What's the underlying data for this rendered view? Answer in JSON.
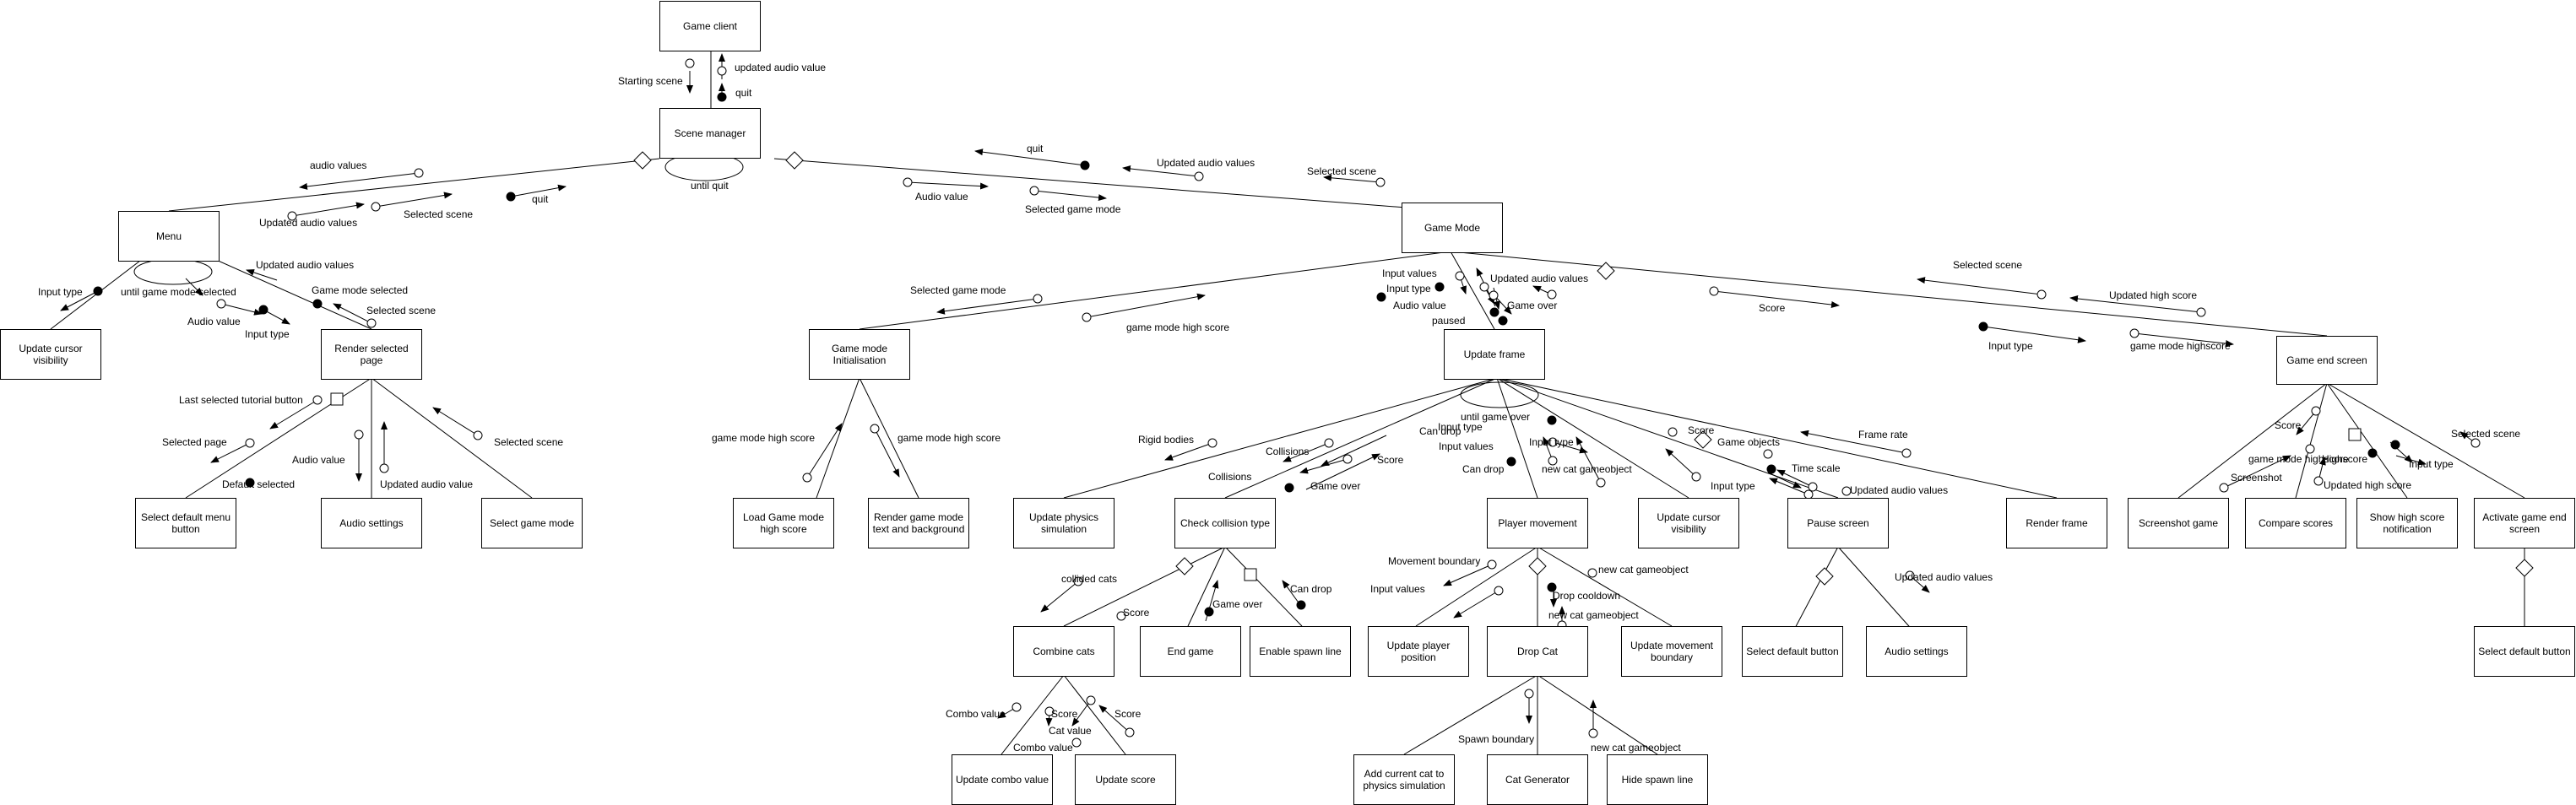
{
  "modules": {
    "game_client": "Game client",
    "scene_manager": "Scene manager",
    "menu": "Menu",
    "game_mode": "Game Mode",
    "update_cursor_visibility_menu": "Update cursor visibility",
    "render_selected_page": "Render selected page",
    "select_default_menu_button": "Select default menu button",
    "audio_settings_menu": "Audio settings",
    "select_game_mode": "Select game mode",
    "game_mode_initialisation": "Game mode Initialisation",
    "load_game_mode_high_score": "Load Game mode high score",
    "render_game_mode_text": "Render game mode text and background",
    "update_frame": "Update frame",
    "game_end_screen": "Game end screen",
    "update_physics_simulation": "Update physics simulation",
    "check_collision_type": "Check collision type",
    "player_movement": "Player movement",
    "update_cursor_visibility_game": "Update cursor visibility",
    "pause_screen": "Pause screen",
    "render_frame": "Render frame",
    "combine_cats": "Combine cats",
    "end_game": "End game",
    "enable_spawn_line": "Enable spawn line",
    "update_player_position": "Update player position",
    "drop_cat": "Drop Cat",
    "update_movement_boundary": "Update movement boundary",
    "select_default_button": "Select default button",
    "audio_settings_pause": "Audio settings",
    "update_combo_value": "Update combo value",
    "update_score": "Update score",
    "add_cat_to_physics": "Add current cat to physics simulation",
    "cat_generator": "Cat Generator",
    "hide_spawn_line": "Hide spawn line",
    "screenshot_game": "Screenshot game",
    "compare_scores": "Compare scores",
    "show_high_score_notification": "Show high score notification",
    "activate_game_end_screen": "Activate game end screen",
    "select_default_button_end": "Select default button"
  },
  "labels": {
    "starting_scene": "Starting scene",
    "updated_audio_value": "updated audio value",
    "quit": "quit",
    "until_quit": "until quit",
    "audio_values": "audio values",
    "updated_audio_values": "Updated audio values",
    "selected_scene": "Selected scene",
    "audio_value": "Audio value",
    "selected_game_mode": "Selected game mode",
    "updated_audio_values_gm": "Updated audio values",
    "input_type": "Input type",
    "until_game_mode_selected": "until game mode selected",
    "game_mode_selected": "Game mode selected",
    "last_selected_tutorial_button": "Last selected tutorial button",
    "selected_page": "Selected page",
    "default_selected": "Default selected",
    "updated_audio_value_menu": "Updated audio value",
    "game_mode_high_score": "game mode high score",
    "game_mode_high_score_label": "game mode high score",
    "input_values": "Input values",
    "paused": "paused",
    "game_over": "Game over",
    "score": "Score",
    "input_type_right": "Input type",
    "game_mode_highscore": "game mode highscore",
    "updated_high_score": "Updated high score",
    "until_game_over": "until game over",
    "rigid_bodies": "Rigid bodies",
    "collisions": "Collisions",
    "can_drop": "Can drop",
    "new_cat_gameobject": "new cat gameobject",
    "game_objects": "Game objects",
    "time_scale": "Time scale",
    "frame_rate": "Frame rate",
    "collided_cats": "collided cats",
    "movement_boundary": "Movement boundary",
    "drop_cooldown": "Drop cooldown",
    "combo_value": "Combo value",
    "cat_value": "Cat value",
    "spawn_boundary": "Spawn boundary",
    "screenshot": "Screenshot",
    "highscore": "Highscore",
    "game_mode_highscore_end": "game mode highscore",
    "updated_high_score_end": "Updated high score"
  }
}
